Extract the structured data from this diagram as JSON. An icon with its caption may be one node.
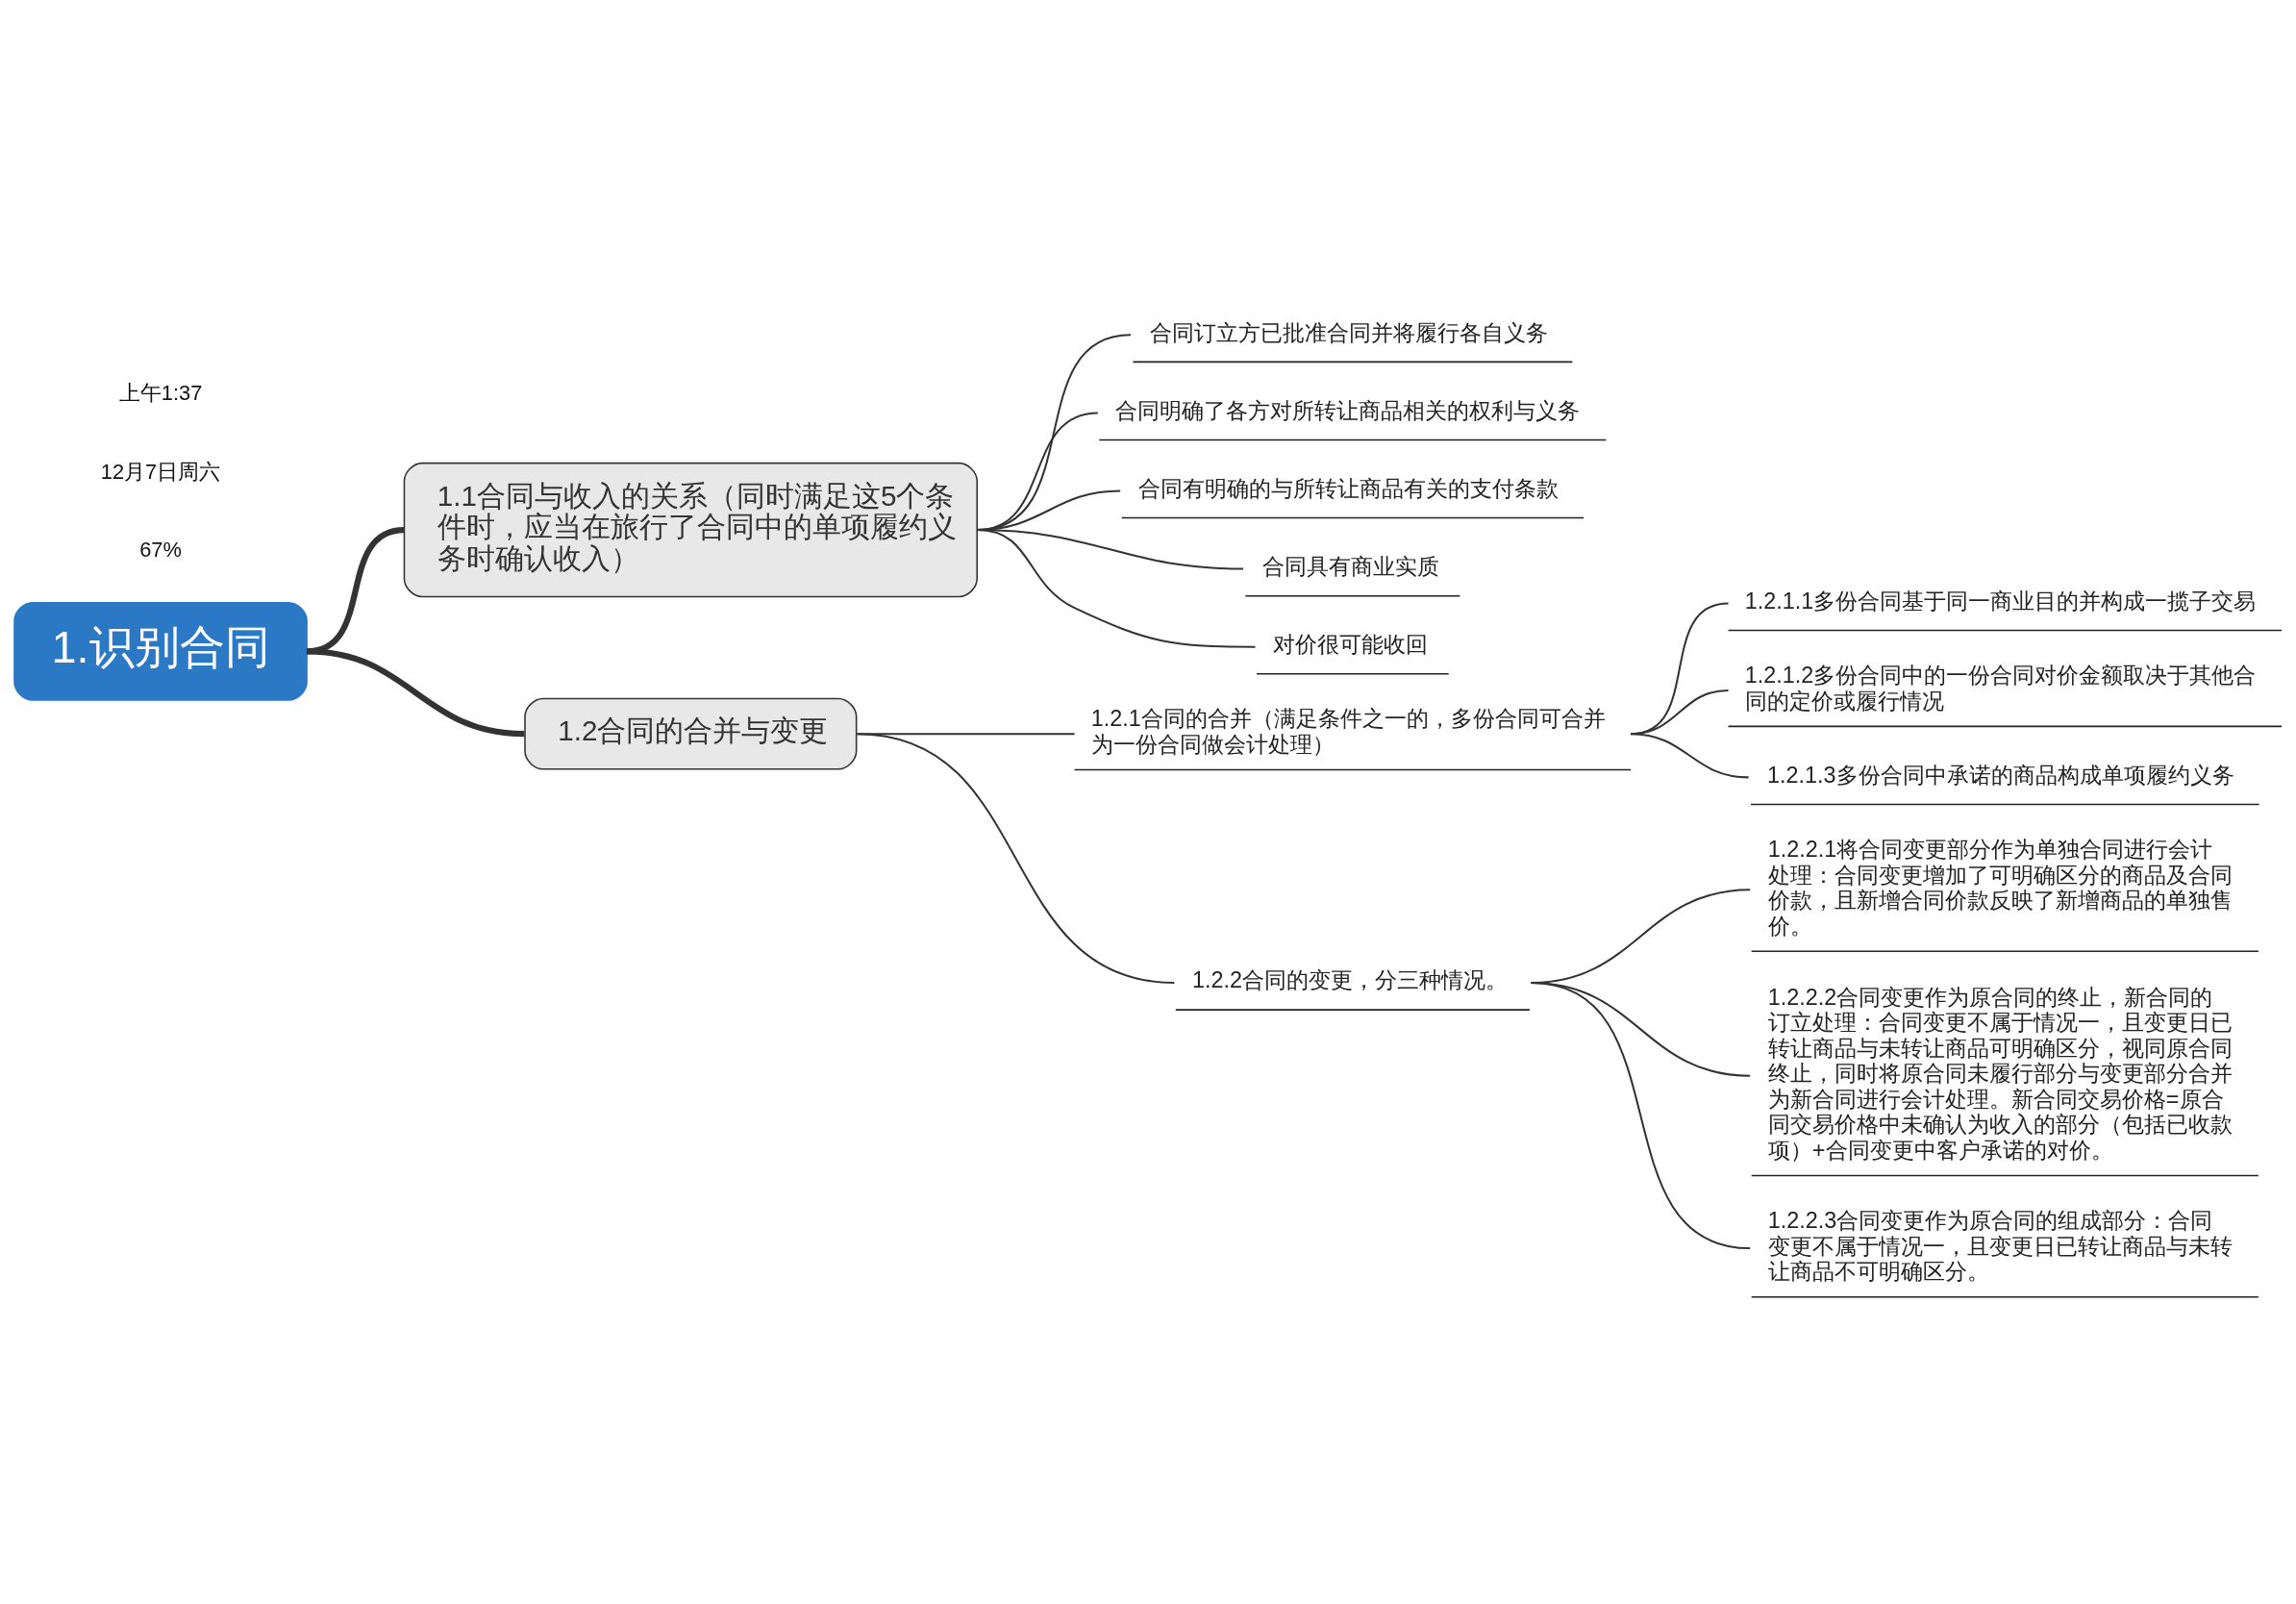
{
  "diagram": {
    "nodes": [
      {
        "text": [
          "1.识别合同"
        ]
      },
      {
        "text": [
          "1.1合同与收入的关系（同时满足这5个条件时，应当在旅行了合同中的单项履约义务时确认收入）"
        ]
      },
      {
        "text": [
          "合同订立方已批准合同并将履行各自义务"
        ]
      },
      {
        "text": [
          "合同明确了各方对所转让商品相关的权利与义务"
        ]
      },
      {
        "text": [
          "合同有明确的与所转让商品有关的支付条款"
        ]
      },
      {
        "text": [
          "合同具有商业实质"
        ]
      },
      {
        "text": [
          "对价很可能收回"
        ]
      },
      {
        "text": [
          "1.2合同的合并与变更"
        ]
      },
      {
        "text": [
          "1.2.1合同的合并（满足条件之一的，多份合同可合并为一份合同做会计处理）"
        ]
      },
      {
        "text": [
          "1.2.1.1多份合同基于同一商业目的并构成一揽子交易"
        ]
      },
      {
        "text": [
          "1.2.1.2多份合同中的一份合同对价金额取决于其他合同的定价或履行情况"
        ]
      },
      {
        "text": [
          "1.2.1.3多份合同中承诺的商品构成单项履约义务"
        ]
      },
      {
        "text": [
          "1.2.2合同的变更，分三种情况。"
        ]
      },
      {
        "text": [
          "1.2.2.1将合同变更部分作为单独合同进行会计处理：合同变更增加了可明确区分的商品及合同价款，且新增合同价款反映了新增商品的单独售价。"
        ]
      },
      {
        "text": [
          "1.2.2.2合同变更作为原合同的终止，新合同的订立处理：合同变更不属于情况一，且变更日已转让商品与未转让商品可明确区分，视同原合同终止，同时将原合同未履行部分与变更部分合并为新合同进行会计处理。新合同交易价格=原合同交易价格中未确认为收入的部分（包括已收款项）+合同变更中客户承诺的对价。"
        ]
      },
      {
        "text": [
          "1.2.2.3合同变更作为原合同的组成部分：合同变更不属于情况一，且变更日已转让商品与未转让商品不可明确区分。"
        ]
      }
    ],
    "edges": [
      {
        "from": 0,
        "to": 1,
        "arrow": "none",
        "style": "thick"
      },
      {
        "from": 1,
        "to": 2,
        "arrow": "none"
      },
      {
        "from": 1,
        "to": 3,
        "arrow": "none"
      },
      {
        "from": 1,
        "to": 4,
        "arrow": "none"
      },
      {
        "from": 1,
        "to": 5,
        "arrow": "none"
      },
      {
        "from": 1,
        "to": 6,
        "arrow": "none"
      },
      {
        "from": 0,
        "to": 7,
        "arrow": "none",
        "style": "thick"
      },
      {
        "from": 7,
        "to": 8,
        "arrow": "none"
      },
      {
        "from": 8,
        "to": 9,
        "arrow": "none"
      },
      {
        "from": 8,
        "to": 10,
        "arrow": "none"
      },
      {
        "from": 8,
        "to": 11,
        "arrow": "none"
      },
      {
        "from": 7,
        "to": 12,
        "arrow": "none"
      },
      {
        "from": 12,
        "to": 13,
        "arrow": "none"
      },
      {
        "from": 12,
        "to": 14,
        "arrow": "none"
      },
      {
        "from": 12,
        "to": 15,
        "arrow": "none"
      }
    ],
    "labels": [
      "上午1:37",
      "12月7日周六",
      "67%"
    ]
  }
}
